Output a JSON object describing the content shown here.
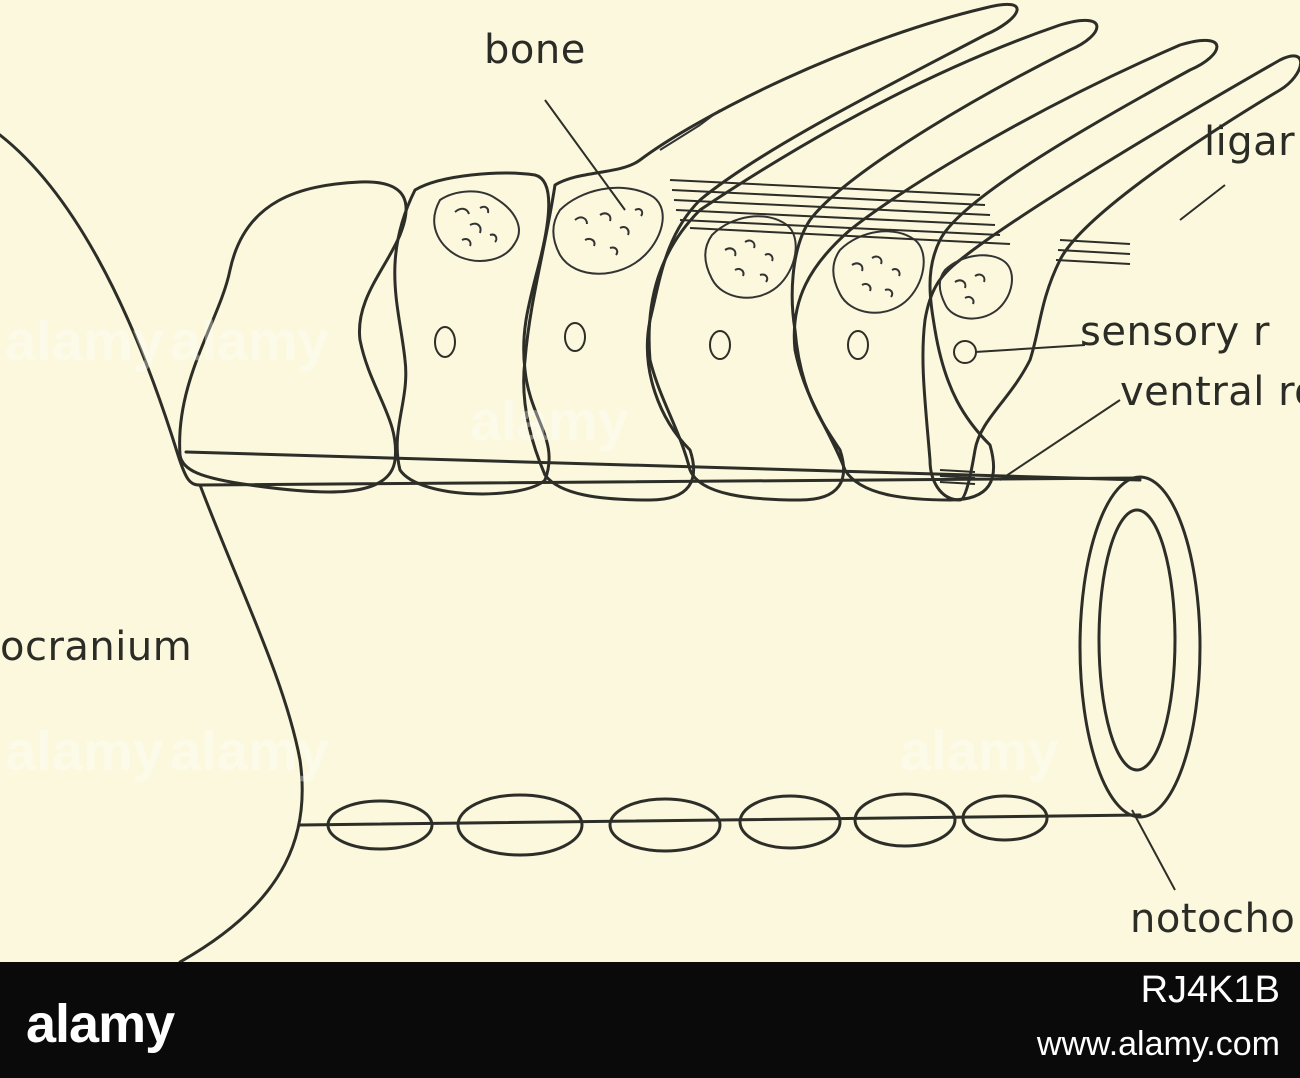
{
  "labels": {
    "bone": "bone",
    "ligament": "ligar",
    "sensory_root": "sensory r",
    "ventral_root": "ventral ro",
    "neurocranium": "ocranium",
    "notochord": "notocho"
  },
  "watermark": {
    "text": "alamy"
  },
  "footer": {
    "logo": "alamy",
    "image_id": "RJ4K1B",
    "url": "www.alamy.com"
  },
  "colors": {
    "paper": "#fbf8dd",
    "ink": "#2e2e28",
    "footer_bg": "#0a0a0a",
    "footer_text": "#ffffff"
  }
}
